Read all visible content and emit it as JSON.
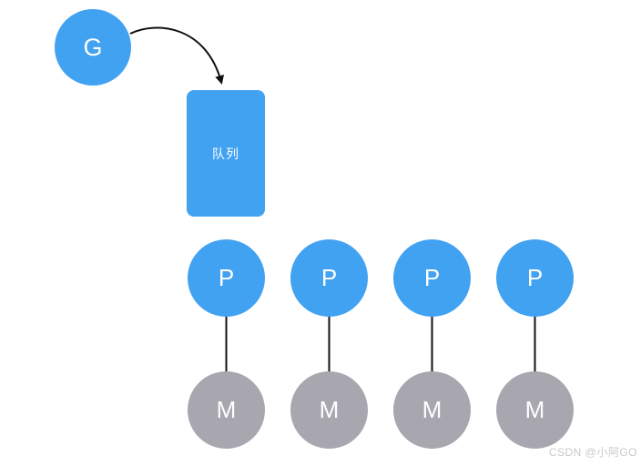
{
  "diagram": {
    "goroutine_label": "G",
    "queue_label": "队列",
    "processors": [
      "P",
      "P",
      "P",
      "P"
    ],
    "machines": [
      "M",
      "M",
      "M",
      "M"
    ]
  },
  "watermark": "CSDN @小阿GO",
  "colors": {
    "node-blue": "#42a2f2",
    "node-gray": "#a8a6af",
    "connector": "#111111",
    "label-white": "#ffffff",
    "watermark": "#c9c9c9",
    "canvas-bg": "#ffffff"
  }
}
